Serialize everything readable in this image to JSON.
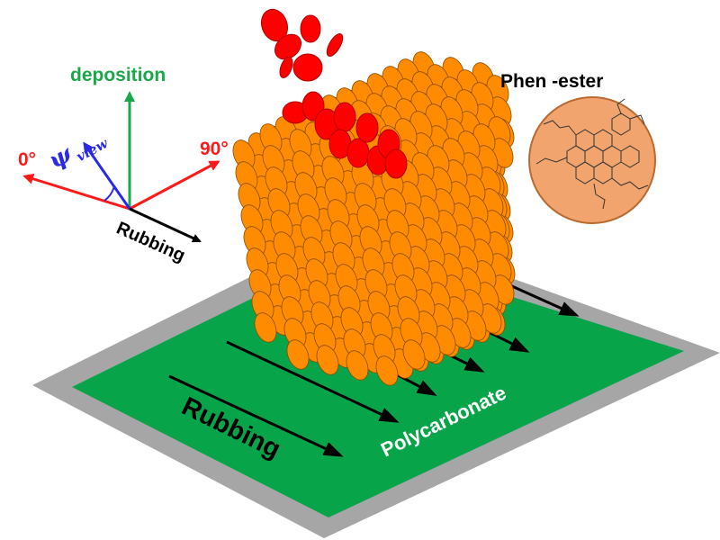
{
  "labels": {
    "deposition": "deposition",
    "angle_0": "0°",
    "angle_90": "90°",
    "psi_symbol": "ψ",
    "psi_subscript": "view",
    "rubbing_axis": "Rubbing",
    "molecule_name": "Phen -ester",
    "rubbing_large": "Rubbing",
    "substrate": "Polycarbonate"
  },
  "colors": {
    "substrate_frame": "#a6a6a6",
    "substrate_green": "#08a44a",
    "column_orange": "#ff8c00",
    "column_outline": "#8a4b00",
    "falling_molecules": "#ff0000",
    "deposition_arrow": "#1aa84a",
    "angle_arrows": "#ff1a1a",
    "psi_arrow": "#2a2ae6",
    "rubbing_arrows": "#000000",
    "molecule_circle": "#f2a46e"
  },
  "icons": {
    "molecule": "phenanthrene-ester-structure-icon"
  }
}
